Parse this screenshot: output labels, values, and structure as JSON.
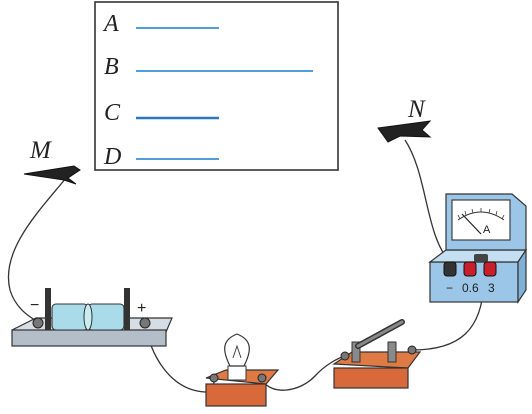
{
  "panel": {
    "rows": [
      {
        "label": "A",
        "line_color": "#3a8fd0"
      },
      {
        "label": "B",
        "line_color": "#3a8fd0"
      },
      {
        "label": "C",
        "line_color": "#2b78c0"
      },
      {
        "label": "D",
        "line_color": "#3a8fd0"
      }
    ]
  },
  "clips": {
    "left_label": "M",
    "right_label": "N"
  },
  "battery": {
    "minus_sign": "−",
    "plus_sign": "+"
  },
  "ammeter": {
    "dial_letter": "A",
    "terminal_minus": "−",
    "terminal_mid": "0.6",
    "terminal_high": "3"
  },
  "colors": {
    "wood": "#e07a45",
    "wood_dark": "#b95a2c",
    "meter_blue": "#9cc6e8",
    "battery_glass": "#a9dbe8"
  }
}
